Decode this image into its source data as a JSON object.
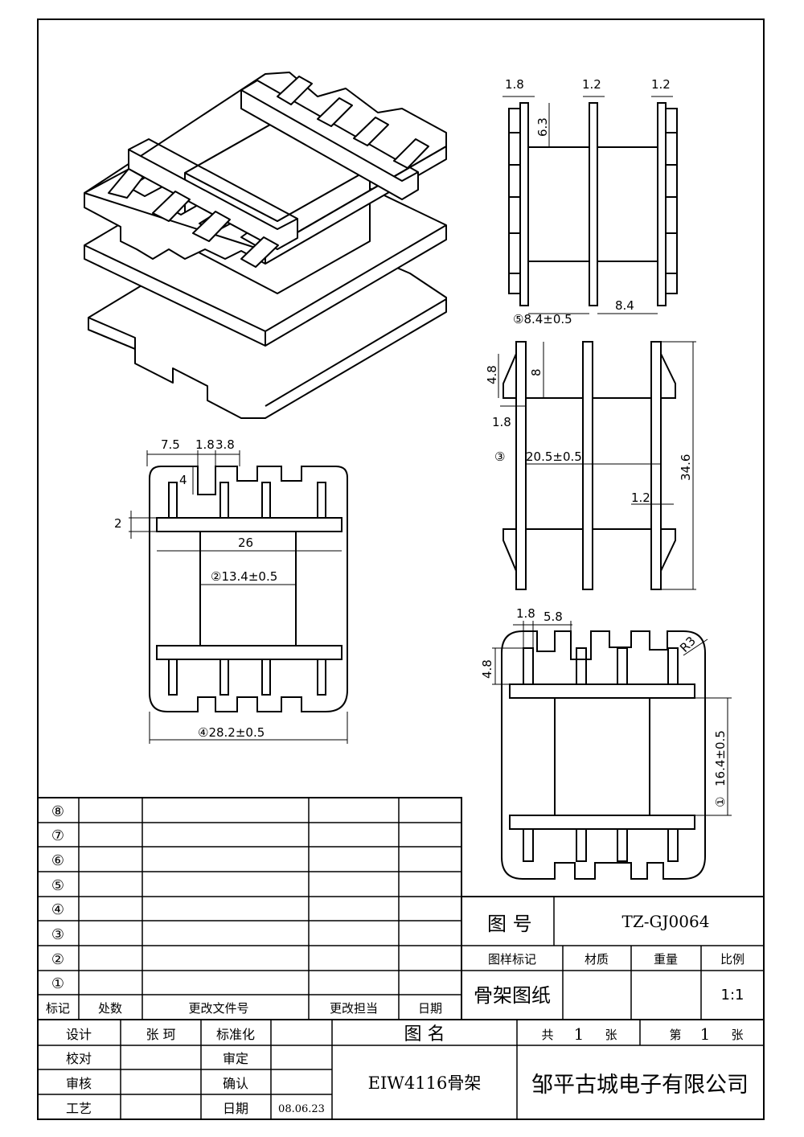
{
  "drawing": {
    "number_label": "图 号",
    "number": "TZ-GJ0064",
    "name_label": "图 名",
    "part_name": "EIW4116骨架",
    "company": "邹平古城电子有限公司",
    "doc_title": "骨架图纸",
    "scale": "1:1",
    "sheet_total_label": "共",
    "sheet_total": "1",
    "sheet_total_unit": "张",
    "sheet_no_label": "第",
    "sheet_no": "1",
    "sheet_no_unit": "张",
    "col_mark": "图样标记",
    "col_material": "材质",
    "col_weight": "重量",
    "col_scale": "比例"
  },
  "revision": {
    "marks": [
      "⑧",
      "⑦",
      "⑥",
      "⑤",
      "④",
      "③",
      "②",
      "①"
    ],
    "headers": [
      "标记",
      "处数",
      "更改文件号",
      "更改担当",
      "日期"
    ]
  },
  "signoff": {
    "design_label": "设计",
    "designer": "张 珂",
    "standard_label": "标准化",
    "check_label": "校对",
    "approve_label": "审定",
    "review_label": "审核",
    "confirm_label": "确认",
    "process_label": "工艺",
    "date_label": "日期",
    "date": "08.06.23"
  },
  "dimensions": {
    "side_top": {
      "d1": "1.8",
      "d2": "1.2",
      "d3": "1.2",
      "d4": "6.3",
      "d5": "⑤8.4±0.5",
      "d6": "8.4"
    },
    "side_mid": {
      "d1": "4.8",
      "d2": "8",
      "d3": "1.8",
      "d4": "③",
      "d5": "20.5±0.5",
      "d6": "34.6",
      "d7": "1.2"
    },
    "front": {
      "d1": "7.5",
      "d2": "1.8",
      "d3": "3.8",
      "d4": "4",
      "d5": "2",
      "d6": "26",
      "d7": "②13.4±0.5",
      "d8": "④28.2±0.5"
    },
    "top_view": {
      "d1": "1.8",
      "d2": "5.8",
      "d3": "4.8",
      "d4": "R3",
      "d5": "16.4±0.5",
      "d6": "①"
    }
  }
}
